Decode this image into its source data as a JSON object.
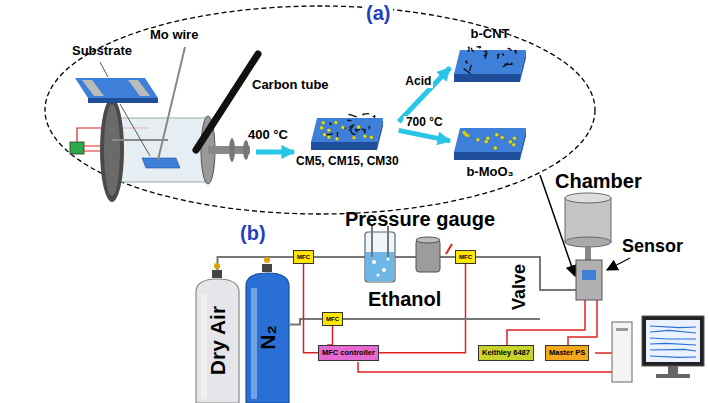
{
  "diagram": {
    "nodes": [
      {
        "text": [
          "CM5, CM15, CM30"
        ]
      },
      {
        "text": [
          "b-CNT"
        ]
      },
      {
        "text": [
          "b-MoO₃"
        ]
      },
      {
        "text": [
          "Dry Air"
        ]
      },
      {
        "text": [
          "N₂"
        ]
      },
      {
        "text": [
          "MFC"
        ]
      },
      {
        "text": [
          "MFC"
        ]
      },
      {
        "text": [
          "MFC"
        ]
      },
      {
        "text": [
          "MFC controller"
        ]
      },
      {
        "text": [
          "Keithley 6487"
        ]
      },
      {
        "text": [
          "Master PS"
        ]
      }
    ],
    "edges": [
      {
        "from": 0,
        "to": 1,
        "arrow": "to",
        "label": "Acid"
      },
      {
        "from": 0,
        "to": 2,
        "arrow": "to",
        "label": "700 °C"
      },
      {
        "from": 3,
        "to": 5,
        "arrow": "none"
      },
      {
        "from": 4,
        "to": 6,
        "arrow": "none"
      },
      {
        "from": 8,
        "to": 5,
        "arrow": "none"
      },
      {
        "from": 8,
        "to": 6,
        "arrow": "none"
      },
      {
        "from": 8,
        "to": 7,
        "arrow": "none"
      },
      {
        "from": 5,
        "to": 7,
        "arrow": "none"
      }
    ],
    "labels": [
      "(a)",
      "Substrate",
      "Mo wire",
      "Carbon tube",
      "400 °C",
      "(b)",
      "Pressure gauge",
      "Ethanol",
      "Valve",
      "Chamber",
      "Sensor"
    ]
  }
}
